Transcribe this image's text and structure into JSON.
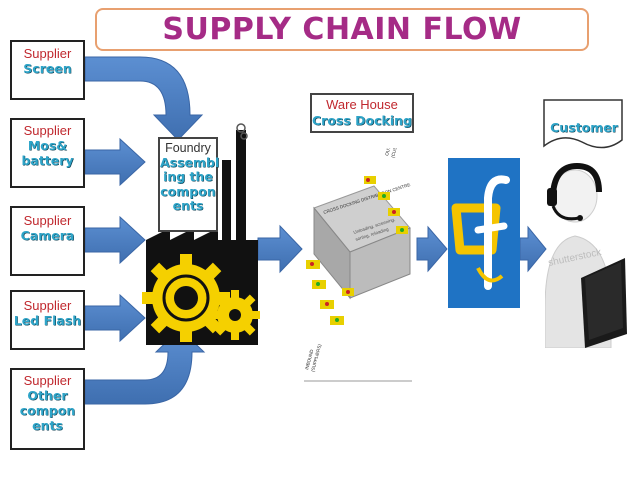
{
  "title": "SUPPLY CHAIN FLOW",
  "suppliers": [
    {
      "label": "Supplier",
      "item_lines": [
        "Screen"
      ]
    },
    {
      "label": "Supplier",
      "item_lines": [
        "Mos&",
        "battery"
      ]
    },
    {
      "label": "Supplier",
      "item_lines": [
        "Camera"
      ]
    },
    {
      "label": "Supplier",
      "item_lines": [
        "Led Flash"
      ]
    },
    {
      "label": "Supplier",
      "item_lines": [
        "Other",
        "compon",
        "ents"
      ]
    }
  ],
  "foundry": {
    "label": "Foundry",
    "desc_lines": [
      "Assembl",
      "ing the",
      "compon",
      "ents"
    ]
  },
  "warehouse": {
    "label": "Ware House",
    "desc": "Cross Docking"
  },
  "warehouse_image_text": {
    "outbound": [
      "OUTBOUND",
      "(CUSTOMERS)"
    ],
    "center": "CROSS DOCKING DISTRIBUTION CENTRE",
    "process": [
      "Unloading, screening,",
      "sorting, reloading"
    ],
    "inbound": [
      "INBOUND",
      "(SUPPLIERS)"
    ]
  },
  "customer": {
    "label": "Customer"
  },
  "watermark": "shutterstock",
  "colors": {
    "title": "#a52b86",
    "title_border": "#e8a070",
    "arrow": "#4a7dc0",
    "supplier_label": "#c0282e",
    "supplier_value": "#2ea4c8",
    "gear": "#f5d000",
    "logo_blue": "#1f73c4",
    "logo_yellow": "#f5c400"
  },
  "icons": [
    "factory-gears-icon",
    "cross-dock-illustration",
    "flipkart-logo-icon",
    "customer-support-icon"
  ]
}
